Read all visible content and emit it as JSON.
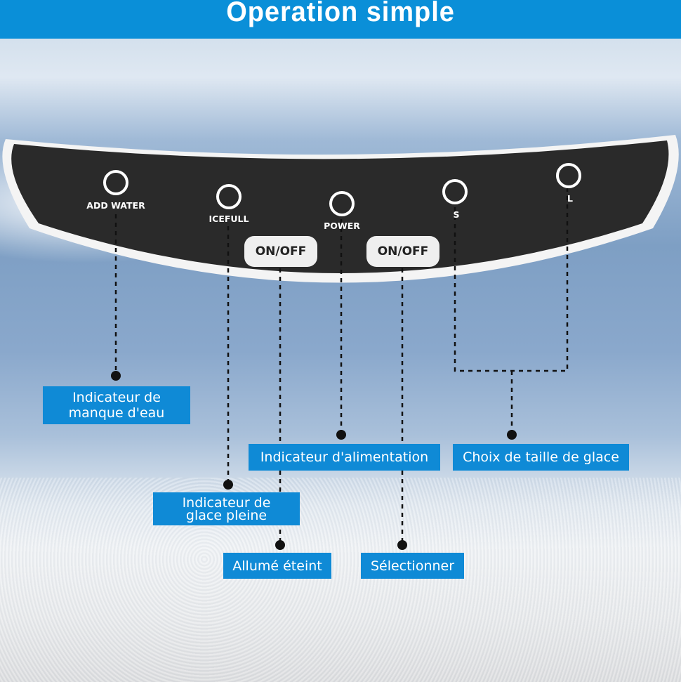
{
  "header": {
    "title": "Operation simple"
  },
  "panel": {
    "indicators": [
      {
        "label": "ADD WATER"
      },
      {
        "label": "ICEFULL"
      },
      {
        "label": "POWER"
      },
      {
        "label": "S"
      },
      {
        "label": "L"
      }
    ],
    "buttons": [
      {
        "label": "ON/OFF"
      },
      {
        "label": "ON/OFF"
      }
    ]
  },
  "callouts": {
    "water": {
      "line1": "Indicateur de",
      "line2": "manque d'eau"
    },
    "icefull": {
      "line1": "Indicateur de",
      "line2": "glace pleine"
    },
    "power": "Indicateur d'alimentation",
    "size": "Choix de taille de glace",
    "onoff": "Allumé éteint",
    "select": "Sélectionner"
  },
  "colors": {
    "header": "#0a8fd8",
    "callout": "#0f8ad6",
    "panel": "#2a2a2a"
  }
}
